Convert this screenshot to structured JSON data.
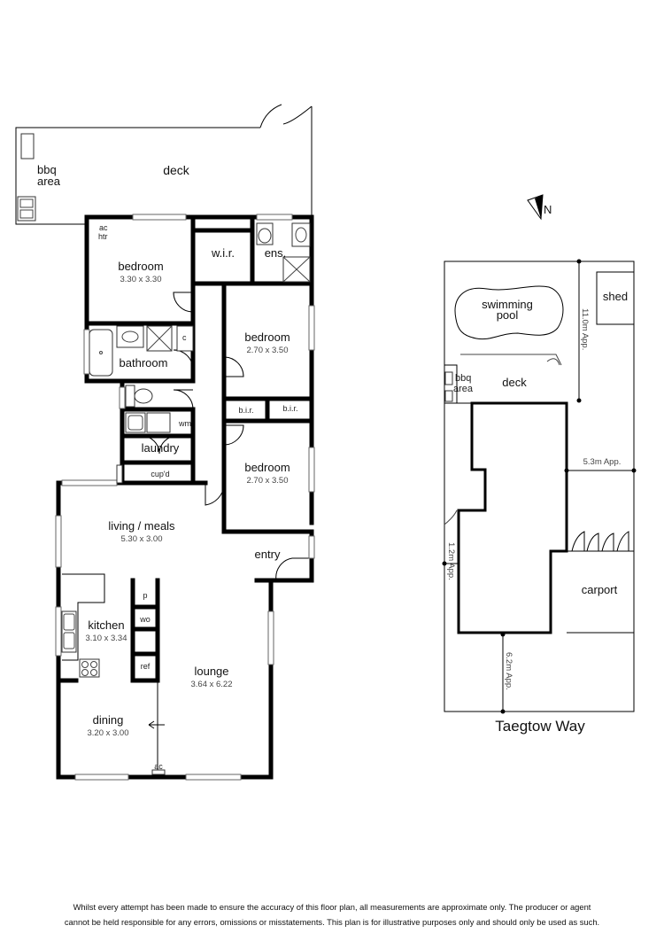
{
  "floor_plan": {
    "rooms": {
      "bbq_area": {
        "line1": "bbq",
        "line2": "area"
      },
      "deck": {
        "name": "deck"
      },
      "bedroom1": {
        "name": "bedroom",
        "dims": "3.30  x  3.30"
      },
      "wir": {
        "name": "w.i.r."
      },
      "ens": {
        "name": "ens."
      },
      "bathroom": {
        "name": "bathroom"
      },
      "bedroom2": {
        "name": "bedroom",
        "dims": "2.70  x  3.50"
      },
      "bir1": {
        "name": "b.i.r."
      },
      "bir2": {
        "name": "b.i.r."
      },
      "laundry": {
        "name": "laundry"
      },
      "bedroom3": {
        "name": "bedroom",
        "dims": "2.70  x  3.50"
      },
      "cupd": {
        "name": "cup'd"
      },
      "living": {
        "name": "living / meals",
        "dims": "5.30  x  3.00"
      },
      "entry": {
        "name": "entry"
      },
      "kitchen": {
        "name": "kitchen",
        "dims": "3.10  x  3.34"
      },
      "lounge": {
        "name": "lounge",
        "dims": "3.64  x  6.22"
      },
      "dining": {
        "name": "dining",
        "dims": "3.20  x  3.00"
      }
    },
    "small_labels": {
      "ac": "ac",
      "htr": "htr",
      "c": "c",
      "wm": "wm",
      "p": "p",
      "wo": "wo",
      "ref": "ref"
    }
  },
  "site_plan": {
    "compass": "N",
    "shed": "shed",
    "pool": {
      "line1": "swimming",
      "line2": "pool"
    },
    "bbq_area": {
      "line1": "bbq",
      "line2": "area"
    },
    "deck": "deck",
    "carport": "carport",
    "dims": {
      "rear": "11.0m App.",
      "side": "5.3m  App.",
      "left": "1.2m App.",
      "front": "6.2m App."
    },
    "street": "Taegtow Way"
  },
  "disclaimer": {
    "line1": "Whilst every attempt has been made to ensure the accuracy of this floor plan, all measurements are approximate only. The producer or agent",
    "line2": "cannot be held responsible for any errors, omissions or misstatements. This plan is for illustrative purposes only and should only be used as such."
  }
}
